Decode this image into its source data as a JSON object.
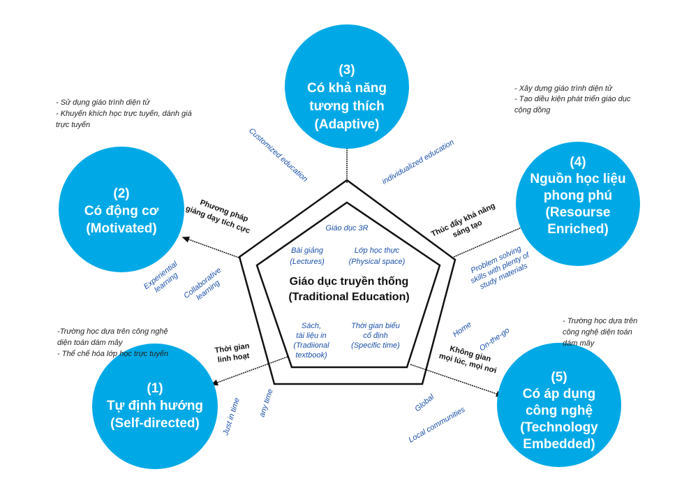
{
  "colors": {
    "circle": "#00a9e6",
    "label_blue": "#1a4fa8"
  },
  "center": {
    "title": "Giáo dục truyền thống",
    "subtitle": "(Traditional Education)",
    "top": "Giáo dục 3R",
    "lectures": [
      "Bài giảng",
      "(Lectures)"
    ],
    "physical": [
      "Lớp học thực",
      "(Physical space)"
    ],
    "textbook": [
      "Sách,",
      "tài liệu in",
      "(Tradiional",
      "textbook)"
    ],
    "time": [
      "Thời gian biểu",
      "cố định",
      "(Specific time)"
    ]
  },
  "nodes": [
    {
      "num": "(1)",
      "lines": [
        "Tự định hướng",
        "(Self-directed)"
      ]
    },
    {
      "num": "(2)",
      "lines": [
        "Có động cơ",
        "(Motivated)"
      ]
    },
    {
      "num": "(3)",
      "lines": [
        "Có khả năng",
        "tương thích",
        "(Adaptive)"
      ]
    },
    {
      "num": "(4)",
      "lines": [
        "Nguồn học liệu",
        "phong phú",
        "(Resourse",
        "Enriched)"
      ]
    },
    {
      "num": "(5)",
      "lines": [
        "Có áp dụng",
        "công nghệ",
        "(Technology",
        "Embedded)"
      ]
    }
  ],
  "notes": {
    "top_left": [
      "- Sử dụng giáo trình diện tử",
      "- Khuyến khích học trực tuyến, dánh giá",
      "trực tuyến"
    ],
    "top_right": [
      "- Xây dựng giáo trình diện tử",
      "- Tạo diều kiện phát triển giáo dục",
      "cộng dồng"
    ],
    "bottom_left": [
      "-Trường học dựa trên công nghệ",
      "diện toán dám mây",
      "- Thể chế hóa lớp học trực tuyến"
    ],
    "bottom_right": [
      "- Trường học dựa trên",
      "công nghệ diện toán",
      "dám mây"
    ]
  },
  "arrows": {
    "motivated": [
      "Phương pháp",
      "giảng dạy tích cực"
    ],
    "enriched": [
      "Thúc đẩy khả năng",
      "sáng tạo"
    ],
    "self": [
      "Thời gian",
      "linh hoạt"
    ],
    "tech": [
      "Không gian",
      "mọi lúc, mọi nơi"
    ]
  },
  "keywords": {
    "customized": "Customized education",
    "individualized": "individualized education",
    "experiential": [
      "Experiential",
      "learning"
    ],
    "collaborative": [
      "Collaborative",
      "learning"
    ],
    "problem": [
      "Problem solving",
      "skills with plenty of",
      "study materials"
    ],
    "just": "Just in time",
    "any": "any time",
    "home": "Home",
    "onthego": "On-the-go",
    "global": "Global",
    "local": "Local communities"
  }
}
